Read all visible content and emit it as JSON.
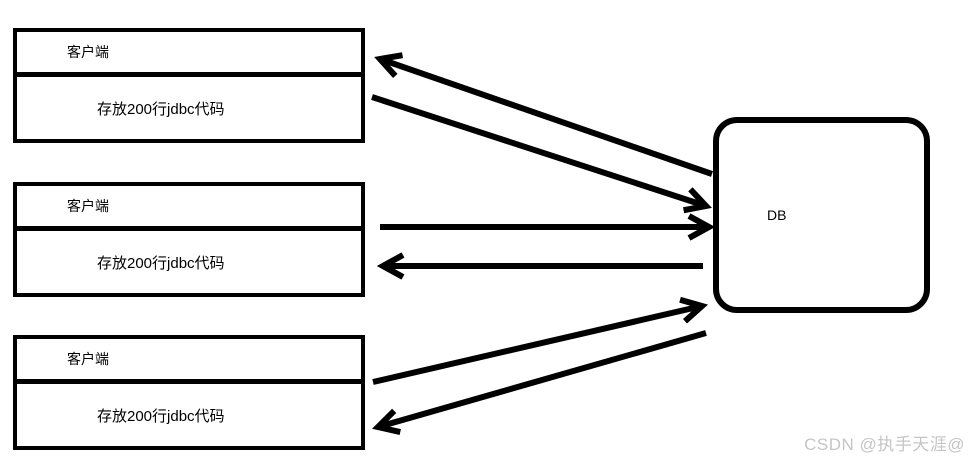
{
  "diagram": {
    "clients": [
      {
        "header": "客户端",
        "body": "存放200行jdbc代码"
      },
      {
        "header": "客户端",
        "body": "存放200行jdbc代码"
      },
      {
        "header": "客户端",
        "body": "存放200行jdbc代码"
      }
    ],
    "database": {
      "label": "DB"
    },
    "arrows": [
      {
        "name": "arrow-db-to-client1",
        "from": "DB",
        "to": "client-1",
        "style": "open-head-diagonal"
      },
      {
        "name": "arrow-client1-to-db",
        "from": "client-1",
        "to": "DB",
        "style": "open-head-diagonal"
      },
      {
        "name": "arrow-client2-to-db",
        "from": "client-2",
        "to": "DB",
        "style": "open-head-horizontal"
      },
      {
        "name": "arrow-db-to-client2",
        "from": "DB",
        "to": "client-2",
        "style": "open-head-horizontal"
      },
      {
        "name": "arrow-client3-to-db",
        "from": "client-3",
        "to": "DB",
        "style": "open-head-diagonal"
      },
      {
        "name": "arrow-db-to-client3",
        "from": "DB",
        "to": "client-3",
        "style": "open-head-diagonal"
      }
    ],
    "watermark": {
      "text": "CSDN @执手天涯@"
    },
    "colors": {
      "line": "#000000",
      "box_border": "#000000",
      "background": "#ffffff",
      "watermark": "#c5c5c5"
    }
  }
}
